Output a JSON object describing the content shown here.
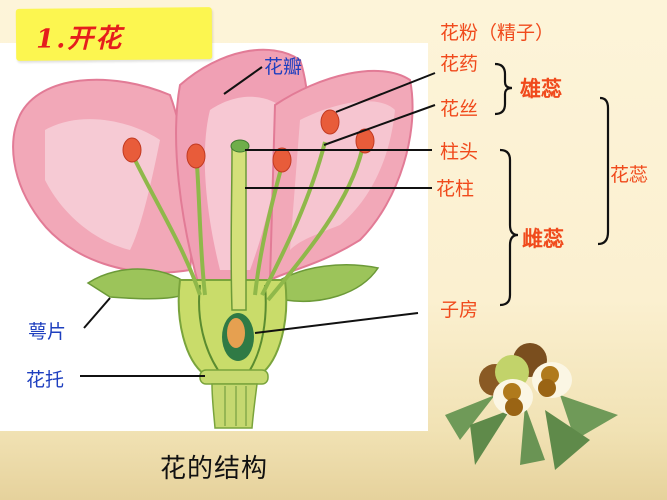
{
  "title": "1.开花",
  "caption": "花的结构",
  "labels": {
    "pollen": "花粉（精子）",
    "anther": "花药",
    "filament": "花丝",
    "stamen": "雄蕊",
    "stigma": "柱头",
    "style": "花柱",
    "ovary": "子房",
    "pistil": "雌蕊",
    "stamen_and_pistil": "花蕊",
    "petal": "花瓣",
    "sepal": "萼片",
    "receptacle": "花托"
  },
  "colors": {
    "label_red": "#f04a1c",
    "label_blue": "#1e3fbf",
    "title_red": "#e51d1d",
    "title_bg": "#fcf650",
    "petal_pink": "#ef9aae",
    "stem_green": "#9cbf4a"
  }
}
